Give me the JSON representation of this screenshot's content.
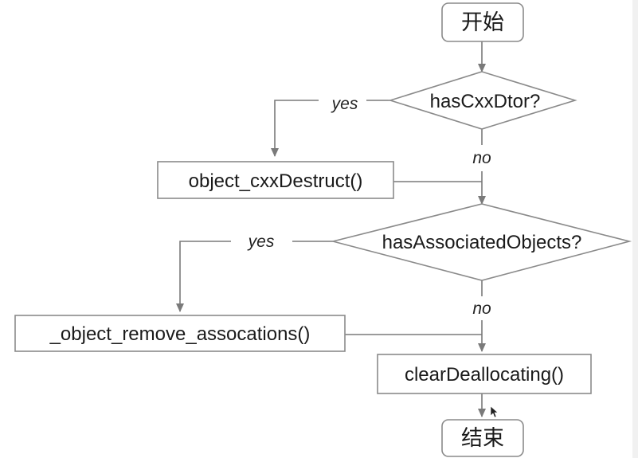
{
  "flowchart": {
    "start": "开始",
    "decision_cxx": "hasCxxDtor?",
    "cxx_destruct": "object_cxxDestruct()",
    "decision_assoc": "hasAssociatedObjects?",
    "remove_assoc": "_object_remove_assocations()",
    "clear_dealloc": "clearDeallocating()",
    "end": "结束",
    "yes_label": "yes",
    "no_label": "no"
  },
  "colors": {
    "highlight": "#c0275a",
    "stroke": "#8a8a8a"
  },
  "icons": {
    "cursor": "mouse-pointer-icon"
  }
}
